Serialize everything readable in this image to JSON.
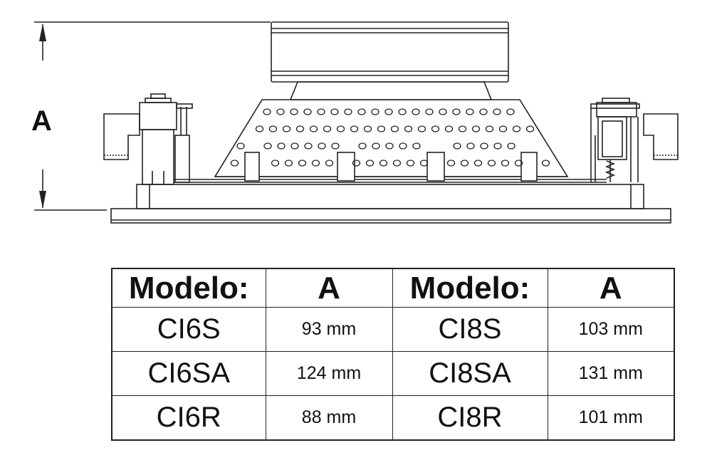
{
  "dimension_label": "A",
  "table": {
    "headers": [
      "Modelo:",
      "A",
      "Modelo:",
      "A"
    ],
    "rows": [
      {
        "model_left": "CI6S",
        "value_left": "93 mm",
        "model_right": "CI8S",
        "value_right": "103 mm"
      },
      {
        "model_left": "CI6SA",
        "value_left": "124 mm",
        "model_right": "CI8SA",
        "value_right": "131 mm"
      },
      {
        "model_left": "CI6R",
        "value_left": "88 mm",
        "model_right": "CI8R",
        "value_right": "101 mm"
      }
    ]
  }
}
